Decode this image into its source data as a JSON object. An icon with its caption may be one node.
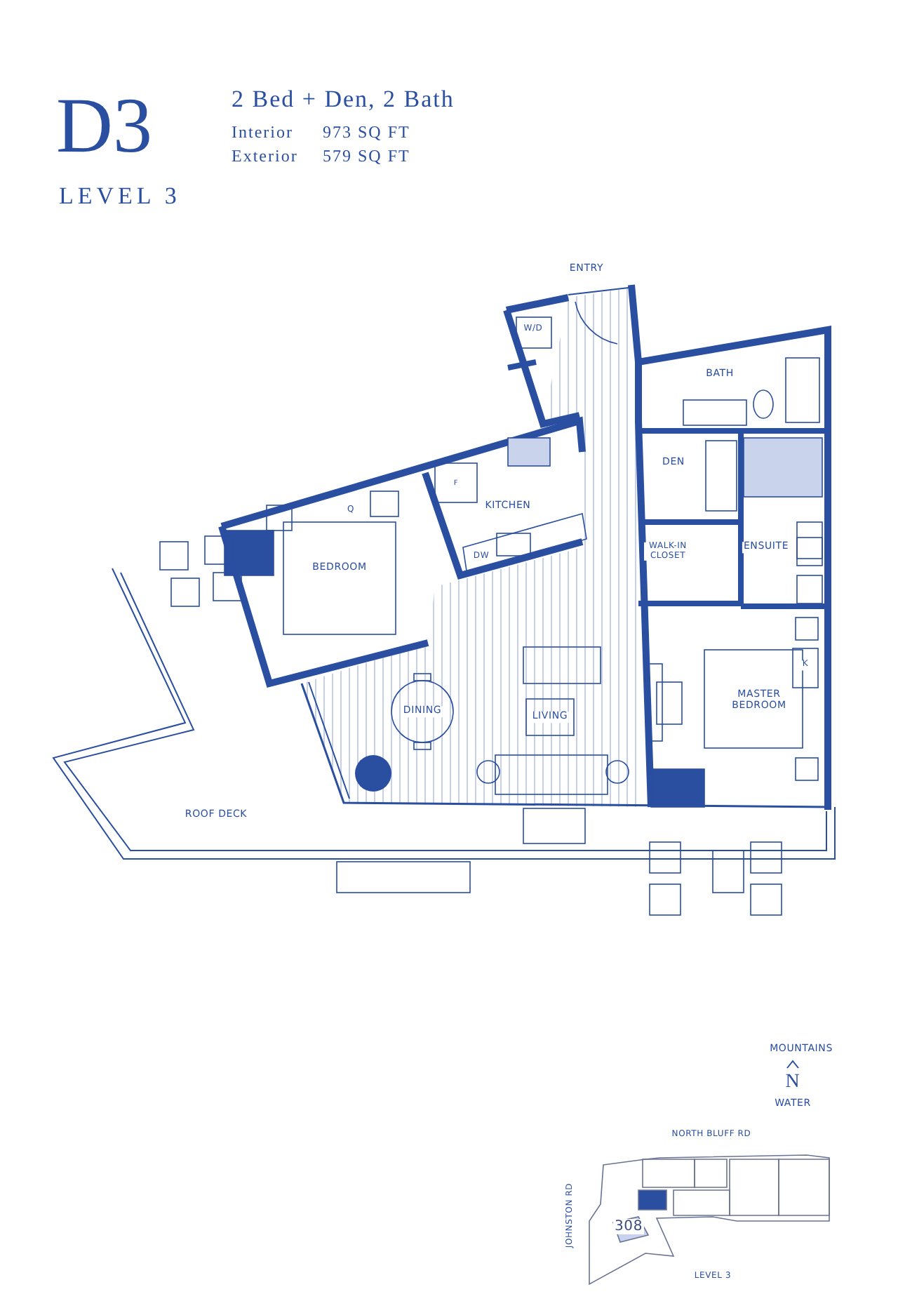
{
  "diagram": {
    "title": "D3",
    "labels": [
      "2 Bed + Den, 2 Bath",
      "Interior",
      "973 SQ FT",
      "Exterior",
      "579 SQ FT",
      "LEVEL 3",
      "ENTRY",
      "W/D",
      "BATH",
      "DEN",
      "F",
      "KITCHEN",
      "Q",
      "BEDROOM",
      "DW",
      "ENSUITE",
      "WALK-IN CLOSET",
      "K",
      "MASTER BEDROOM",
      "DINING",
      "LIVING",
      "ROOF DECK",
      "MOUNTAINS",
      "N",
      "WATER",
      "NORTH BLUFF RD",
      "JOHNSTON RD",
      "308",
      "LEVEL 3"
    ]
  }
}
